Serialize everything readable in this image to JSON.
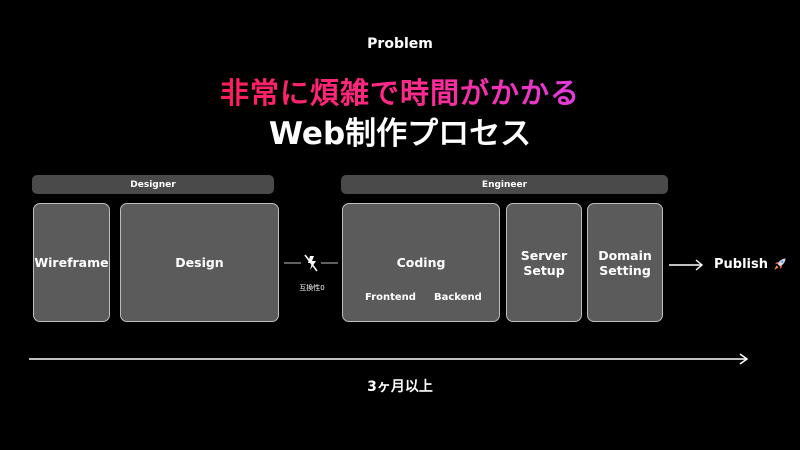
{
  "header": {
    "section_label": "Problem",
    "headline": "非常に煩雑で時間がかかる",
    "subhead": "Web制作プロセス"
  },
  "groups": {
    "designer": "Designer",
    "engineer": "Engineer"
  },
  "steps": {
    "wireframe": "Wireframe",
    "design": "Design",
    "coding": "Coding",
    "frontend": "Frontend",
    "backend": "Backend",
    "server_setup": "Server\nSetup",
    "domain_setting": "Domain\nSetting"
  },
  "compatibility_note": "互換性0",
  "publish": {
    "label": "Publish",
    "icon": "rocket-icon"
  },
  "duration": "3ヶ月以上",
  "colors": {
    "background": "#000000",
    "box_fill": "#5b5b5b",
    "box_border": "#bdbdbd",
    "group_bar": "#4a4a4a",
    "headline_gradient_start": "#ff1f5a",
    "headline_gradient_end": "#e23be0"
  }
}
